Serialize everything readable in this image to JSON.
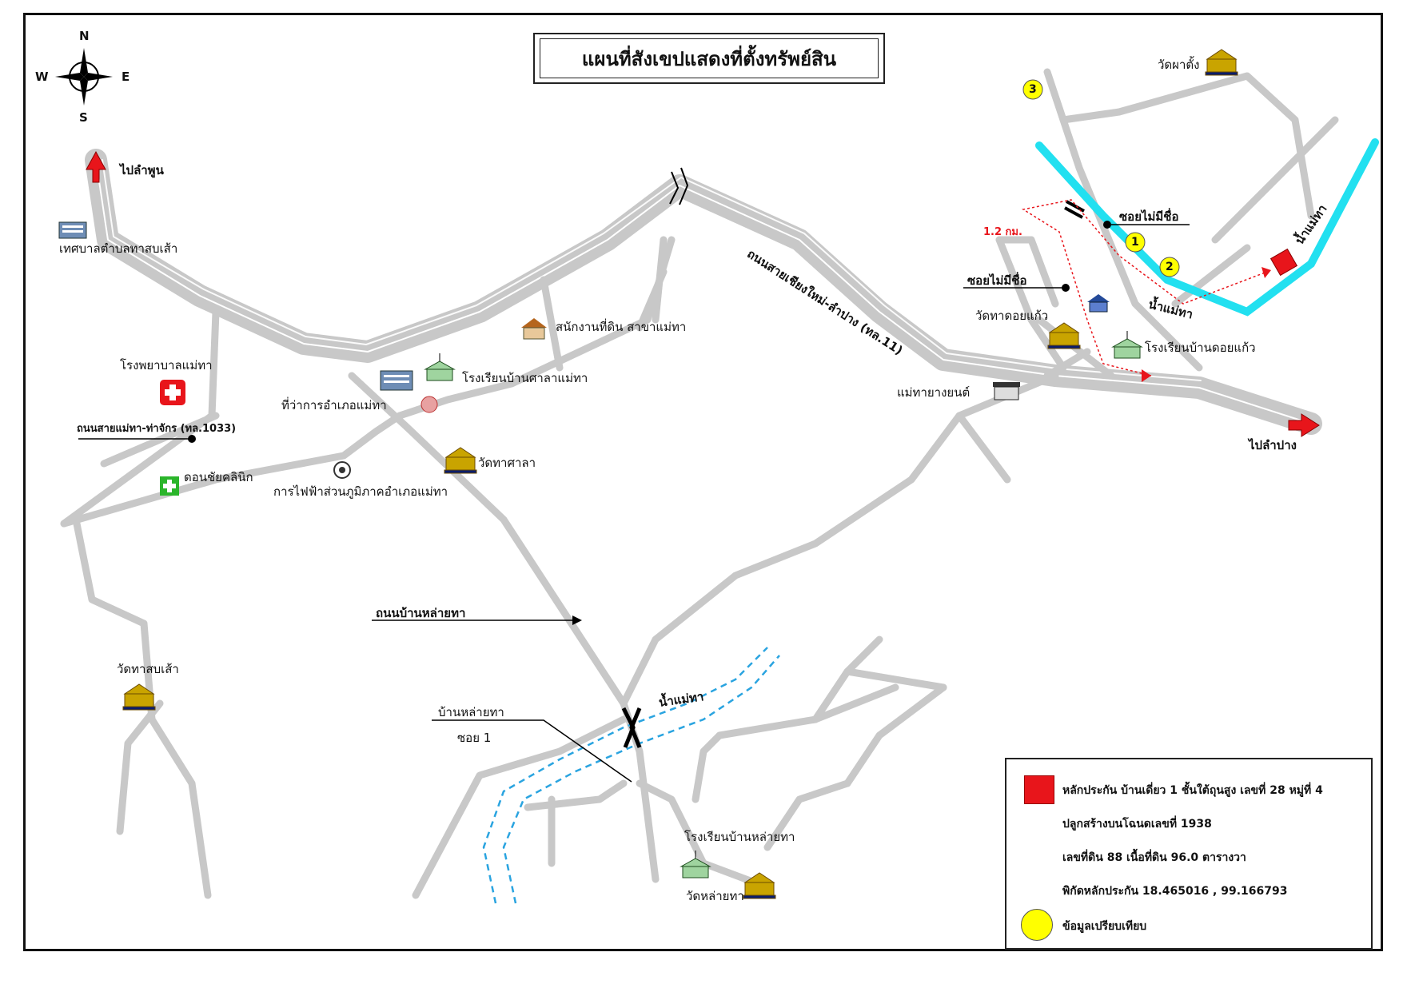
{
  "title": "แผนที่สังเขปแสดงที่ตั้งทรัพย์สิน",
  "compass": {
    "north": "N",
    "south": "S",
    "east": "E",
    "west": "W"
  },
  "labels": {
    "to_lamphun": "ไปลำพูน",
    "to_lampang": "ไปลำปาง",
    "municipality": "เทศบาลตำบลทาสบเส้า",
    "hospital": "โรงพยาบาลแม่ทา",
    "road_1033": "ถนนสายแม่ทา-ท่าจักร (ทล.1033)",
    "clinic": "ดอนชัยคลินิก",
    "district_office": "ที่ว่าการอำเภอแม่ทา",
    "land_office": "สนักงานที่ดิน สาขาแม่ทา",
    "school_sala": "โรงเรียนบ้านศาลาแม่ทา",
    "wat_tha_sala": "วัดทาศาลา",
    "pea_office": "การไฟฟ้าส่วนภูมิภาคอำเภอแม่ทา",
    "wat_tha_sop_sao": "วัดทาสบเส้า",
    "road_lai_tha": "ถนนบ้านหล่ายทา",
    "ban_lai_tha": "บ้านหล่ายทา",
    "soi_1": "ซอย  1",
    "river_south": "น้ำแม่ทา",
    "school_lai_tha": "โรงเรียนบ้านหล่ายทา",
    "wat_lai_tha": "วัดหล่ายทา",
    "highway_11": "ถนนสายเชียงใหม่-ลำปาง (ทล.11)",
    "mae_tha_motor": "แม่ทายางยนต์",
    "wat_doi_kaeo": "วัดทาดอยแก้ว",
    "school_doi_kaeo": "โรงเรียนบ้านดอยแก้ว",
    "soi_unnamed_1": "ซอยไม่มีชื่อ",
    "soi_unnamed_2": "ซอยไม่มีชื่อ",
    "distance": "1.2 กม.",
    "river_north_1": "น้ำแม่ทา",
    "river_north_2": "น้ำแม่ทา",
    "wat_pha_tang": "วัดผาตั้ง",
    "comp_1": "1",
    "comp_2": "2",
    "comp_3": "3"
  },
  "icons": {
    "hospital": "red-cross-icon",
    "clinic": "green-cross-icon",
    "temple": "temple-icon",
    "school": "school-icon",
    "office_building": "office-building-icon",
    "house": "house-icon",
    "shop": "shop-icon"
  },
  "legend": {
    "line1": "หลักประกัน  บ้านเดี่ยว 1 ชั้นใต้ถุนสูง เลขที่ 28 หมู่ที่ 4",
    "line2": "ปลูกสร้างบนโฉนดเลขที่ 1938",
    "line3": "เลขที่ดิน 88  เนื้อที่ดิน 96.0 ตารางวา",
    "line4": "พิกัดหลักประกัน  18.465016 , 99.166793",
    "line5": "ข้อมูลเปรียบเทียบ"
  },
  "colors": {
    "road": "#c8c8c8",
    "river_main": "#22e0f0",
    "river_dashed": "#2aa4e0",
    "collateral": "#e8151b",
    "comparable": "#ffff00",
    "route": "#e8151b"
  }
}
